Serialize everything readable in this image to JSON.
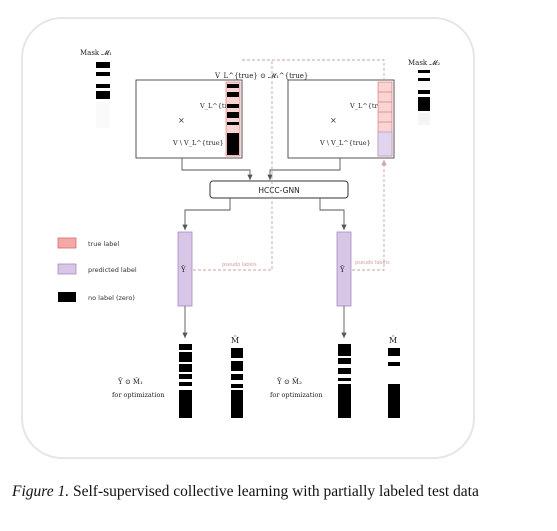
{
  "labels": {
    "mask1": "Mask 𝓜₁",
    "mask2": "Mask 𝓜₂",
    "vl_odot_m": "V_L^{true} ⊙ 𝓜₁^{true}",
    "vl_true_left": "V_L^{true}",
    "vl_true_right": "V_L^{true}",
    "v_minus_left": "V \\ V_L^{true}",
    "v_minus_right": "V \\ V_L^{true}",
    "times_left": "×",
    "times_right": "×",
    "gnn": "HCCC-GNN",
    "yhat_left": "Ŷ",
    "yhat_right": "Ŷ",
    "dash_left": "pseudo labels",
    "dash_right": "pseudo labels",
    "mhat_left": "M̂",
    "mhat_right": "M̂",
    "opt_left_line1": "Ŷ ⊙ M̂₁",
    "opt_left_line2": "for optimization",
    "opt_right_line1": "Ŷ ⊙ M̂₂",
    "opt_right_line2": "for optimization"
  },
  "legend": [
    {
      "label": "true label",
      "color": "#f4a9a8",
      "border": "#d46a6a"
    },
    {
      "label": "predicted label",
      "color": "#d8c6e6",
      "border": "#a78bc1"
    },
    {
      "label": "no label (zero)",
      "color": "#000000",
      "border": "#000000"
    }
  ],
  "caption": {
    "figure": "Figure 1.",
    "text": "Self-supervised collective learning with partially labeled test data"
  },
  "colors": {
    "true_label": "#f4a9a8",
    "predicted_label": "#d8c6e6",
    "no_label": "#000000",
    "dashed_arrow": "#c9a3a3"
  }
}
